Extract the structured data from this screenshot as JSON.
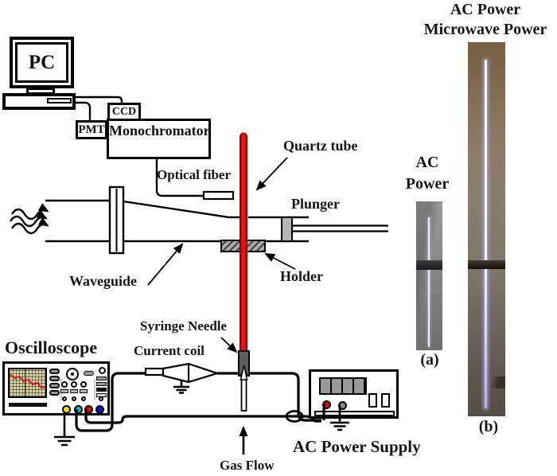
{
  "figure": {
    "schematic": {
      "pc": "PC",
      "ccd": "CCD",
      "pmt": "PMT",
      "monochromator": "Monochromator",
      "optical_fiber": "Optical fiber",
      "quartz_tube": "Quartz tube",
      "plunger": "Plunger",
      "waveguide": "Waveguide",
      "holder": "Holder",
      "syringe_needle": "Syringe Needle",
      "current_coil": "Current coil",
      "oscilloscope": "Oscilloscope",
      "gas_flow": "Gas Flow",
      "ac_power_supply": "AC Power Supply"
    },
    "photos": {
      "title_line1": "AC Power",
      "title_line2": "Microwave Power",
      "small_label_line1": "AC",
      "small_label_line2": "Power",
      "caption_a": "(a)",
      "caption_b": "(b)"
    },
    "colors": {
      "quartz_tube_red": "#e81414",
      "waveform_red": "#e01010",
      "scope_screen_beige": "#d8d4a2",
      "connector_yellow": "#f2e200",
      "connector_cyan": "#00c2c2",
      "connector_red": "#e60000",
      "connector_blue": "#0014cc",
      "supply_terminal_red": "#e60000",
      "supply_terminal_gray": "#8a8a8a",
      "plasma_white": "#f2f2ff",
      "plasma_purple": "#bda7e4"
    }
  }
}
